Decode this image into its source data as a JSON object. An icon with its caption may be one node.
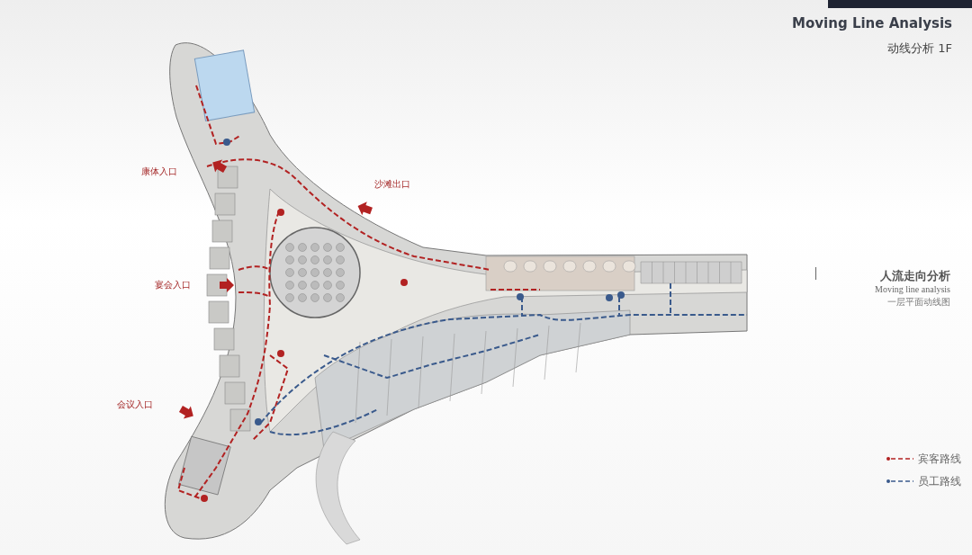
{
  "diagram": {
    "title": "Moving Line Analysis",
    "labels": [
      "动线分析 1F",
      "康体入口",
      "沙滩出口",
      "宴会入口",
      "人流走向分析",
      "Moving line analysis",
      "一层平面动线图",
      "会议入口"
    ],
    "legend": [
      {
        "text": "宾客路线"
      },
      {
        "text": "员工路线"
      }
    ]
  }
}
